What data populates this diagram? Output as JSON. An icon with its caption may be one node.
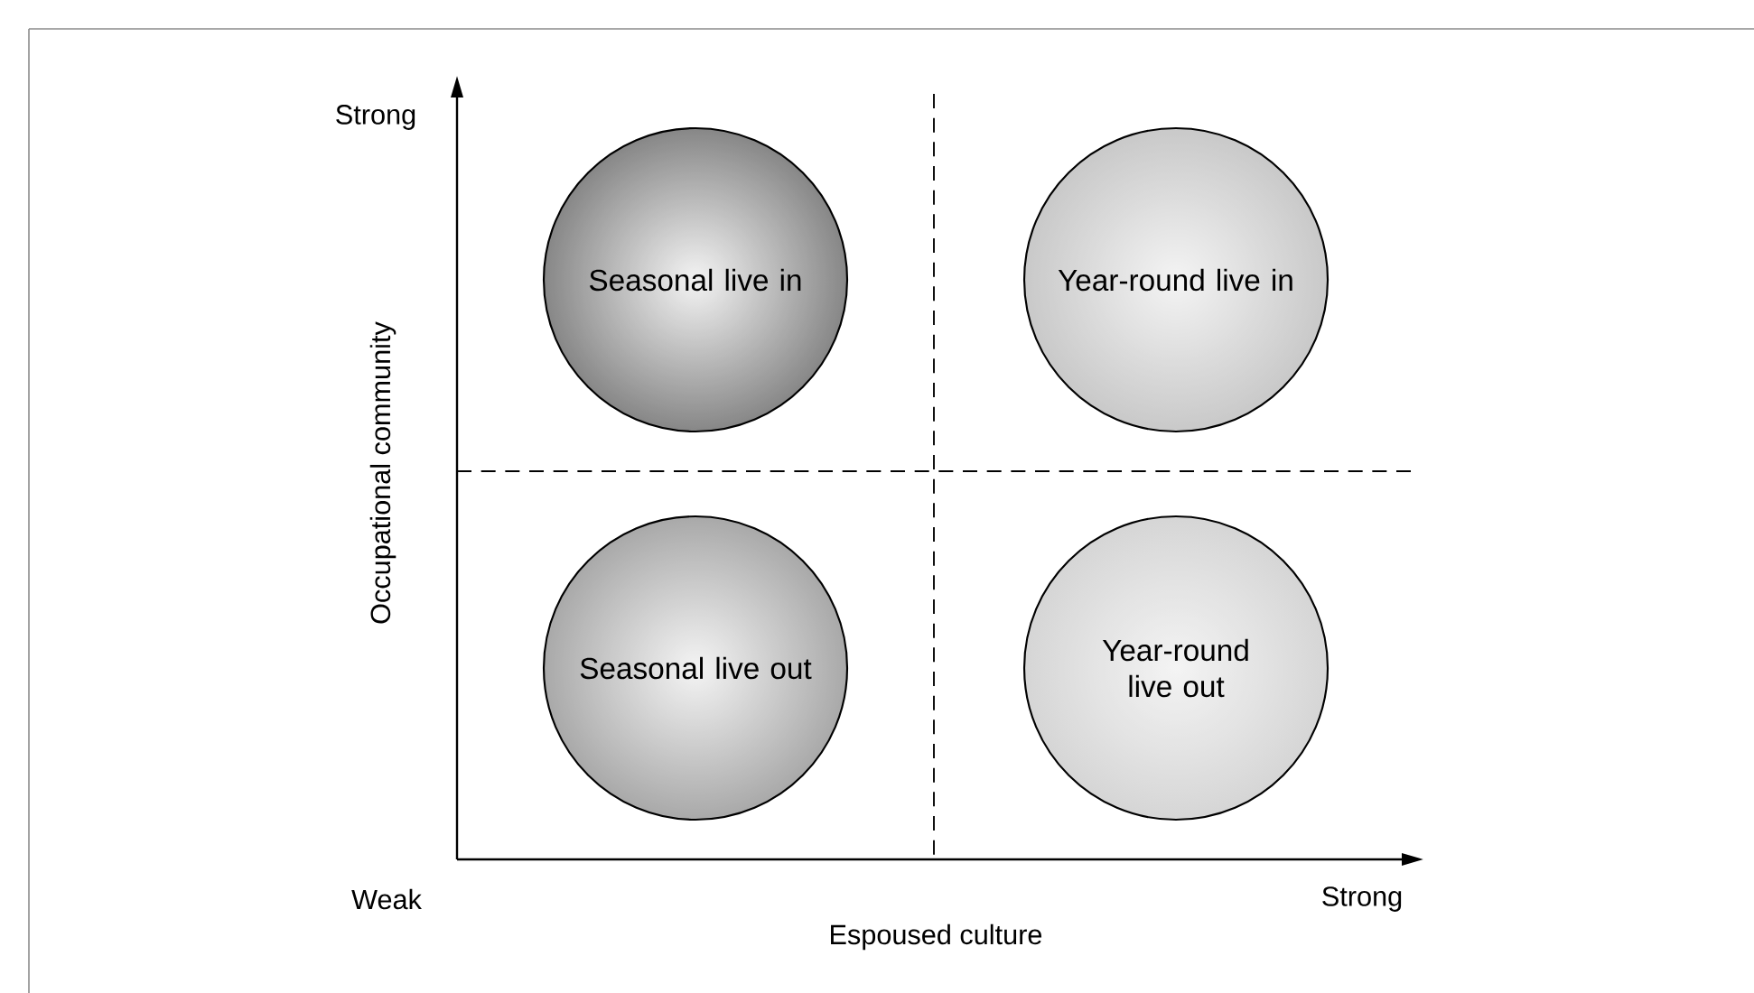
{
  "diagram": {
    "nodes": [
      {
        "text": [
          "Seasonal live in"
        ]
      },
      {
        "text": [
          "Year-round live in"
        ]
      },
      {
        "text": [
          "Seasonal live out"
        ]
      },
      {
        "text": [
          "Year-round live out"
        ]
      }
    ],
    "labels": [
      "Strong",
      "Occupational community",
      "Weak",
      "Strong",
      "Espoused culture"
    ]
  }
}
